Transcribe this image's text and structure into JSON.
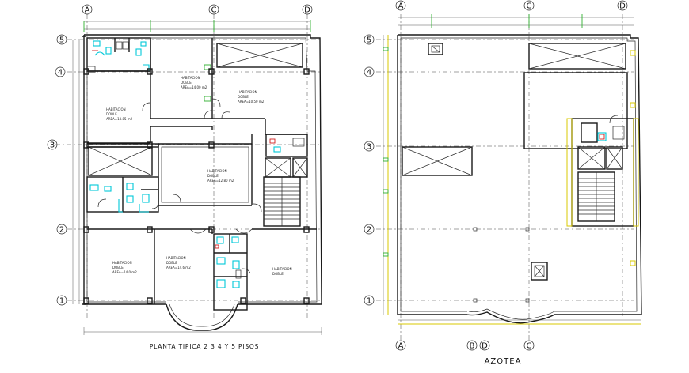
{
  "axes_top": [
    "A",
    "C",
    "D"
  ],
  "axes_side": [
    "5",
    "4",
    "3",
    "2",
    "1"
  ],
  "axes_bottom_right": [
    "A",
    "B",
    "D",
    "C"
  ],
  "rooms_left": [
    {
      "l1": "HABITACION",
      "l2": "DOBLE",
      "l3": "AREA=14.00 m2"
    },
    {
      "l1": "HABITACION",
      "l2": "DOBLE",
      "l3": "AREA=13.85 m2"
    },
    {
      "l1": "HABITACION",
      "l2": "DOBLE",
      "l3": "AREA=10.50 m2"
    },
    {
      "l1": "HABITACION",
      "l2": "DOBLE",
      "l3": "AREA=12.80 m2"
    },
    {
      "l1": "HABITACION",
      "l2": "DOBLE",
      "l3": "AREA=14.0 m2"
    },
    {
      "l1": "HABITACION",
      "l2": "DOBLE",
      "l3": "AREA=14.6 m2"
    },
    {
      "l1": "HABITACION",
      "l2": "DOBLE",
      "l3": ""
    }
  ],
  "titles": {
    "left": "PLANTA TIPICA 2 3 4 Y 5 PISOS",
    "right": "AZOTEA"
  },
  "colors": {
    "walls": "#1a1a1a",
    "fixtures": "#00c8d8",
    "dimensions": "#2fb02f",
    "annotations": "#d02020",
    "highlight": "#d8c800"
  }
}
